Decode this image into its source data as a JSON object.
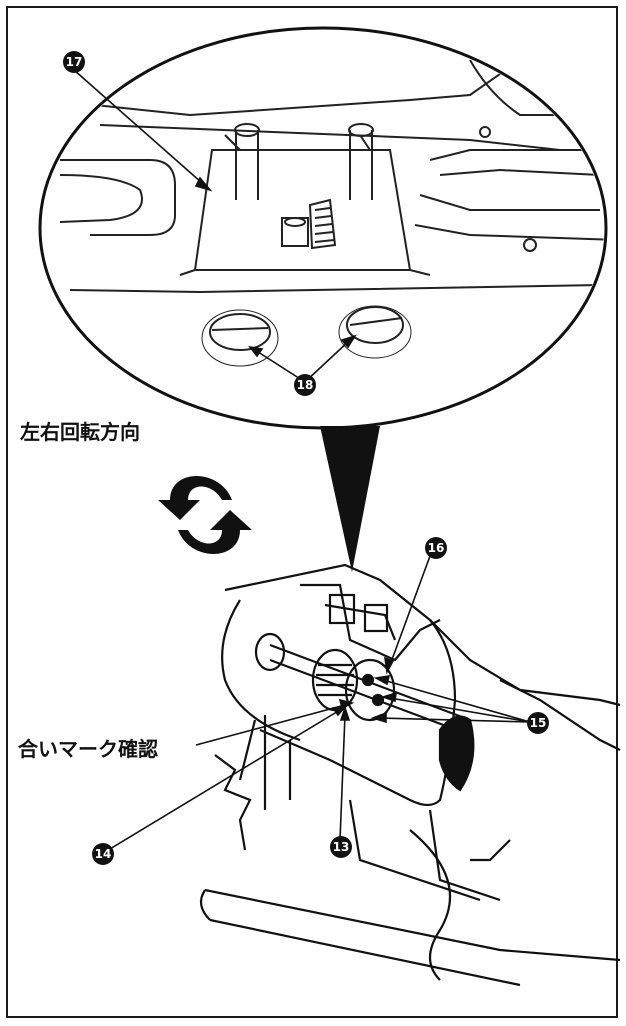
{
  "labels": {
    "rotation_direction": "左右回転方向",
    "alignment_mark_check": "合いマーク確認"
  },
  "callouts": {
    "c13": "13",
    "c14": "14",
    "c15": "15",
    "c16": "16",
    "c17": "17",
    "c18": "18"
  }
}
